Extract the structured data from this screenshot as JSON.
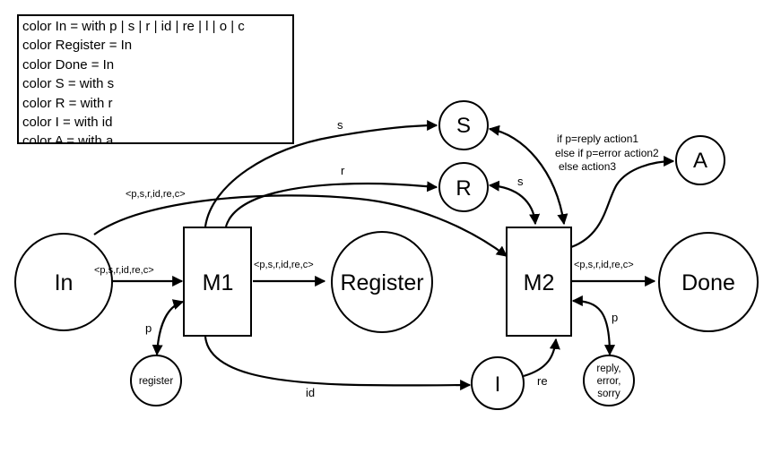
{
  "legend": {
    "lines": [
      "color In = with p | s | r | id | re | l | o | c",
      "color Register = In",
      "color Done = In",
      "color S = with s",
      "color R = with r",
      "color I = with id",
      "color A = with a"
    ]
  },
  "places": {
    "in": "In",
    "register_place": "Register",
    "done": "Done",
    "s": "S",
    "r": "R",
    "a": "A",
    "i": "I",
    "register_small": "register",
    "reply_line1": "reply,",
    "reply_line2": "error,",
    "reply_line3": "sorry"
  },
  "transitions": {
    "m1": "M1",
    "m2": "M2"
  },
  "arc_labels": {
    "in_to_m1": "<p,s,r,id,re,c>",
    "in_to_m2": "<p,s,r,id,re,c>",
    "m1_to_register": "<p,s,r,id,re,c>",
    "m2_to_done": "<p,s,r,id,re,c>",
    "m1_to_s": "s",
    "m1_to_r": "r",
    "r_m2": "s",
    "m1_register_small": "p",
    "m1_to_i": "id",
    "i_to_m2": "re",
    "m2_reply": "p"
  },
  "guard": {
    "line1": "if p=reply action1",
    "line2": "else if p=error action2",
    "line3": "else action3"
  },
  "colors": {
    "stroke": "#000000",
    "background": "#ffffff"
  }
}
